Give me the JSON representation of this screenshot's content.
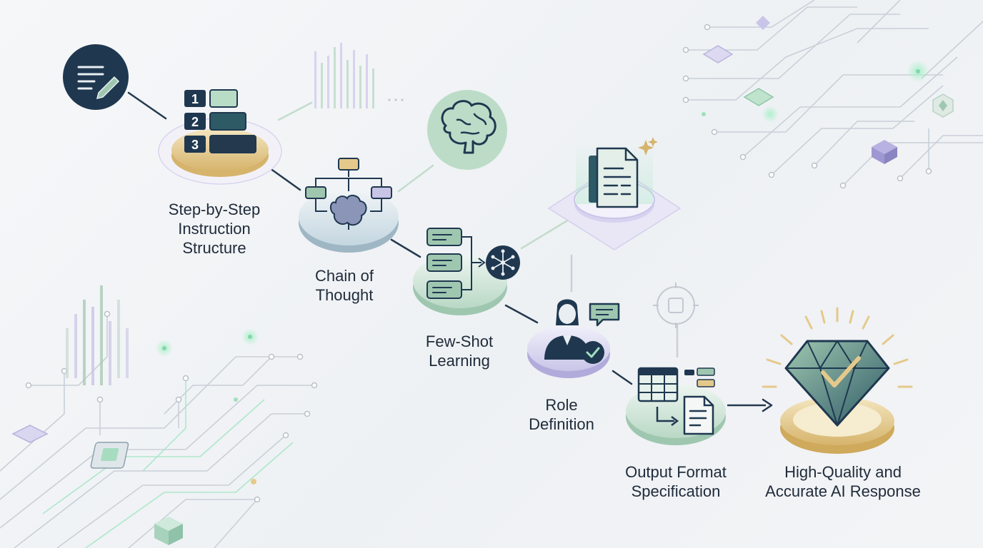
{
  "diagram": {
    "steps": [
      {
        "id": "step-by-step",
        "lines": [
          "Step-by-Step",
          "Instruction",
          "Structure"
        ],
        "icon": "numbered-list-icon"
      },
      {
        "id": "chain-of-thought",
        "lines": [
          "Chain of",
          "Thought"
        ],
        "icon": "brain-flowchart-icon"
      },
      {
        "id": "few-shot",
        "lines": [
          "Few-Shot",
          "Learning"
        ],
        "icon": "examples-network-icon"
      },
      {
        "id": "role-definition",
        "lines": [
          "Role",
          "Definition"
        ],
        "icon": "person-badge-icon"
      },
      {
        "id": "output-format",
        "lines": [
          "Output Format",
          "Specification"
        ],
        "icon": "table-to-document-icon"
      },
      {
        "id": "result",
        "lines": [
          "High-Quality and",
          "Accurate AI Response"
        ],
        "icon": "diamond-check-icon"
      }
    ],
    "step_one_numbers": [
      "1",
      "2",
      "3"
    ],
    "colors": {
      "navy": "#1f3850",
      "sage": "#9fc7b0",
      "sage_light": "#d9ebe0",
      "lavender": "#c8c4e6",
      "gold": "#e5c98a",
      "circuit": "#c9d0d8",
      "glow": "#8fe3b8"
    }
  }
}
